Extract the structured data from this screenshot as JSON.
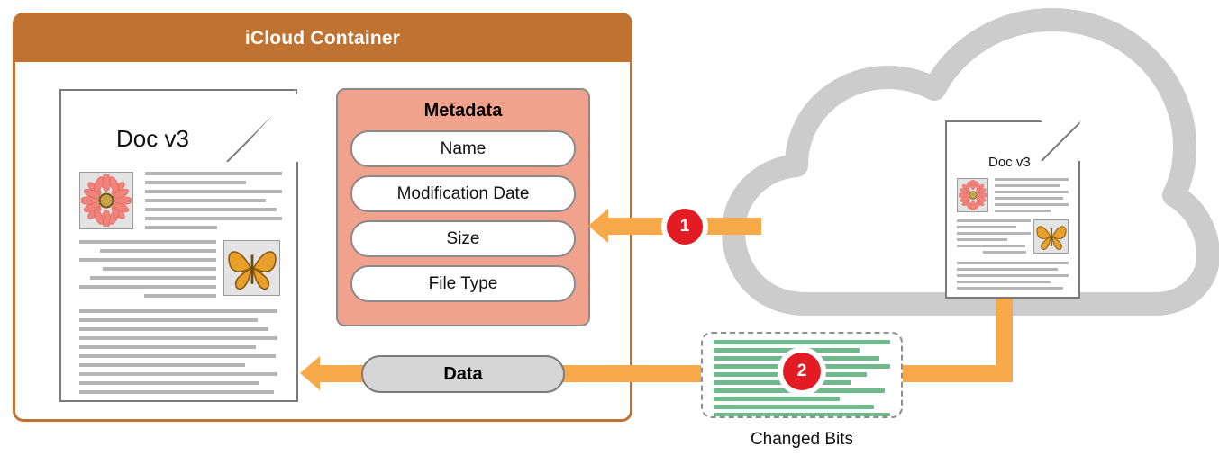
{
  "container": {
    "title": "iCloud Container",
    "header_color": "#C07230",
    "border_color": "#C07230"
  },
  "documents": {
    "local": {
      "title": "Doc v3",
      "flower_icon": "flower-image",
      "butterfly_icon": "butterfly-image"
    },
    "cloud": {
      "title": "Doc v3",
      "flower_icon": "flower-image",
      "butterfly_icon": "butterfly-image"
    }
  },
  "metadata": {
    "title": "Metadata",
    "panel_color": "#F1A28D",
    "items": [
      {
        "label": "Name"
      },
      {
        "label": "Modification Date"
      },
      {
        "label": "Size"
      },
      {
        "label": "File Type"
      }
    ]
  },
  "data_pill": {
    "label": "Data",
    "fill": "#D6D6D6"
  },
  "changed_bits": {
    "label": "Changed Bits",
    "line_color": "#6FB98B",
    "border_style": "dashed"
  },
  "steps": [
    {
      "number": "1",
      "badge_color": "#E31B23",
      "describes": "metadata-transfer-arrow"
    },
    {
      "number": "2",
      "badge_color": "#E31B23",
      "describes": "changed-bits-data-transfer"
    }
  ],
  "cloud": {
    "icon": "cloud-shape",
    "stroke_color": "#CCCCCC"
  },
  "arrows": {
    "color": "#F7A94A"
  }
}
